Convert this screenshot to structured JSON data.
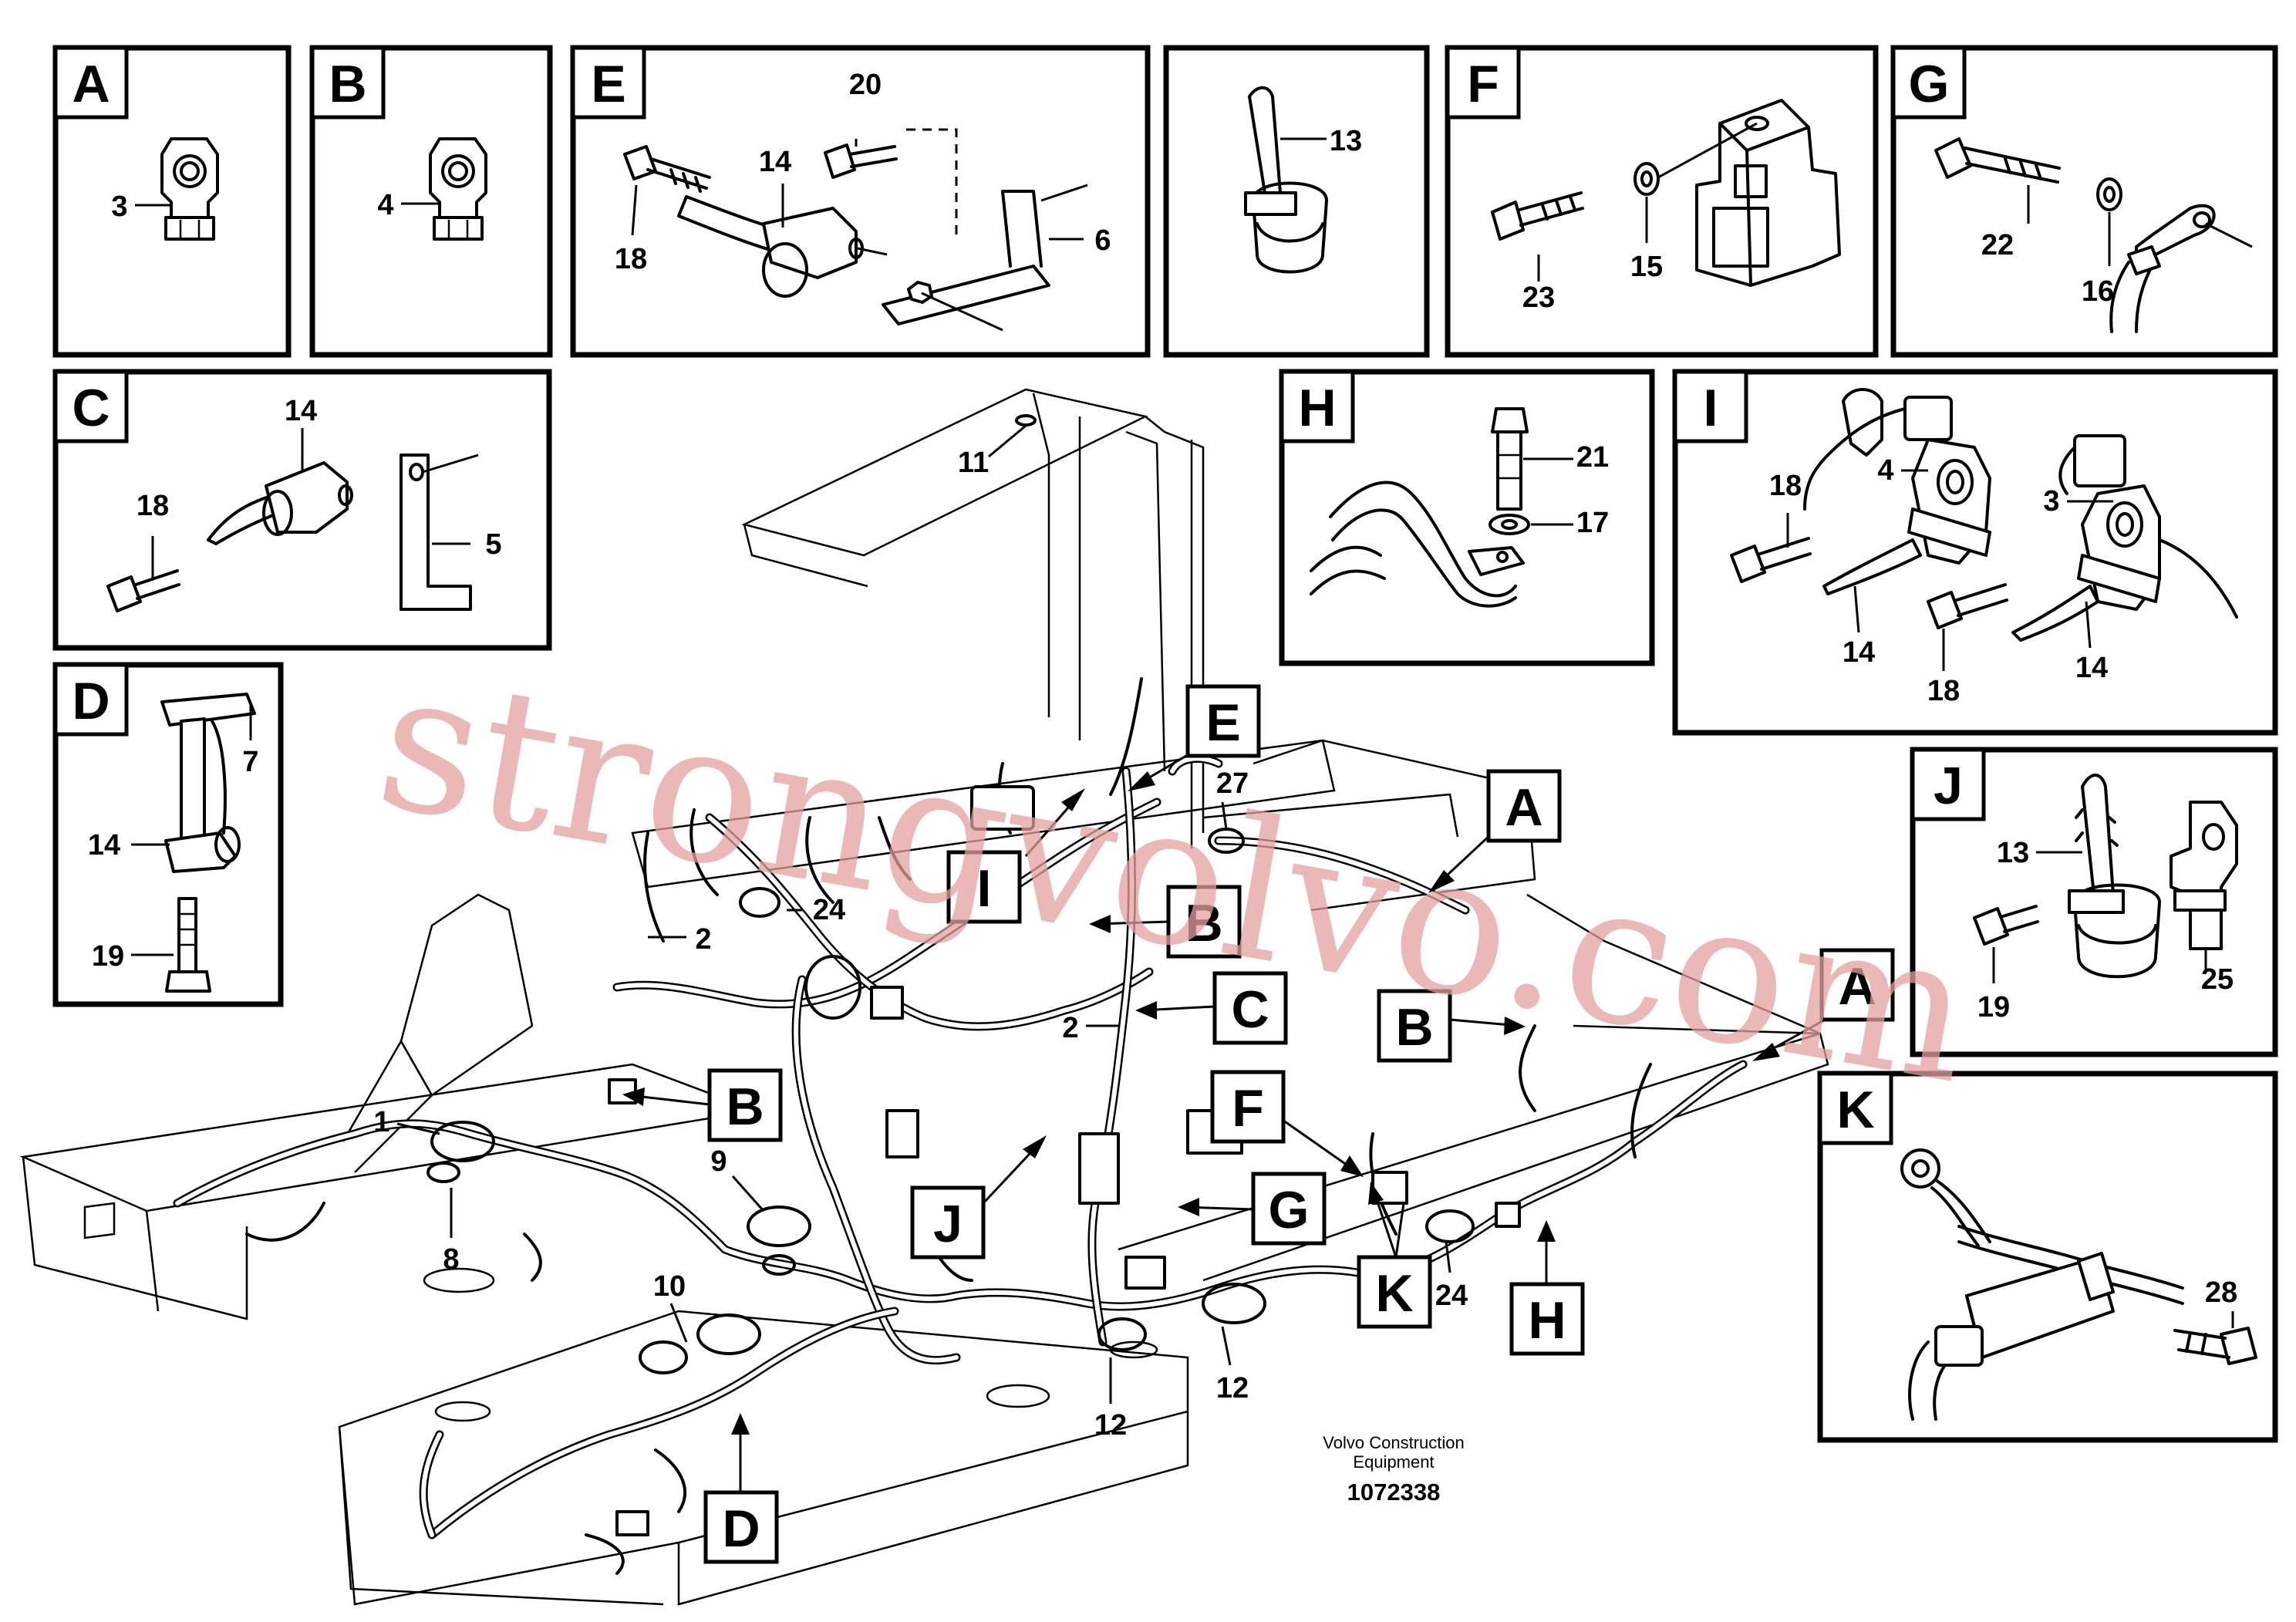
{
  "diagram": {
    "panels": [
      {
        "id": "A",
        "labels": [
          "3"
        ]
      },
      {
        "id": "B",
        "labels": [
          "4"
        ]
      },
      {
        "id": "E",
        "labels": [
          "20",
          "14",
          "18",
          "6"
        ]
      },
      {
        "id": "",
        "labels": [
          "13"
        ]
      },
      {
        "id": "F",
        "labels": [
          "23",
          "15"
        ]
      },
      {
        "id": "G",
        "labels": [
          "22",
          "16"
        ]
      },
      {
        "id": "C",
        "labels": [
          "14",
          "18",
          "5"
        ]
      },
      {
        "id": "H",
        "labels": [
          "21",
          "17"
        ]
      },
      {
        "id": "I",
        "labels": [
          "18",
          "4",
          "3",
          "14",
          "18",
          "14"
        ]
      },
      {
        "id": "D",
        "labels": [
          "7",
          "14",
          "19"
        ]
      },
      {
        "id": "J",
        "labels": [
          "13",
          "19",
          "25"
        ]
      },
      {
        "id": "K",
        "labels": [
          "28"
        ]
      }
    ],
    "main_callouts": [
      "11",
      "24",
      "2",
      "27",
      "2",
      "1",
      "9",
      "8",
      "10",
      "12",
      "12",
      "24"
    ],
    "main_tags": [
      "E",
      "A",
      "I",
      "B",
      "C",
      "A",
      "B",
      "B",
      "F",
      "J",
      "G",
      "K",
      "H",
      "D"
    ],
    "caption_line1": "Volvo Construction",
    "caption_line2": "Equipment",
    "drawing_number": "1072338",
    "watermark": "strongvolvo.com"
  }
}
